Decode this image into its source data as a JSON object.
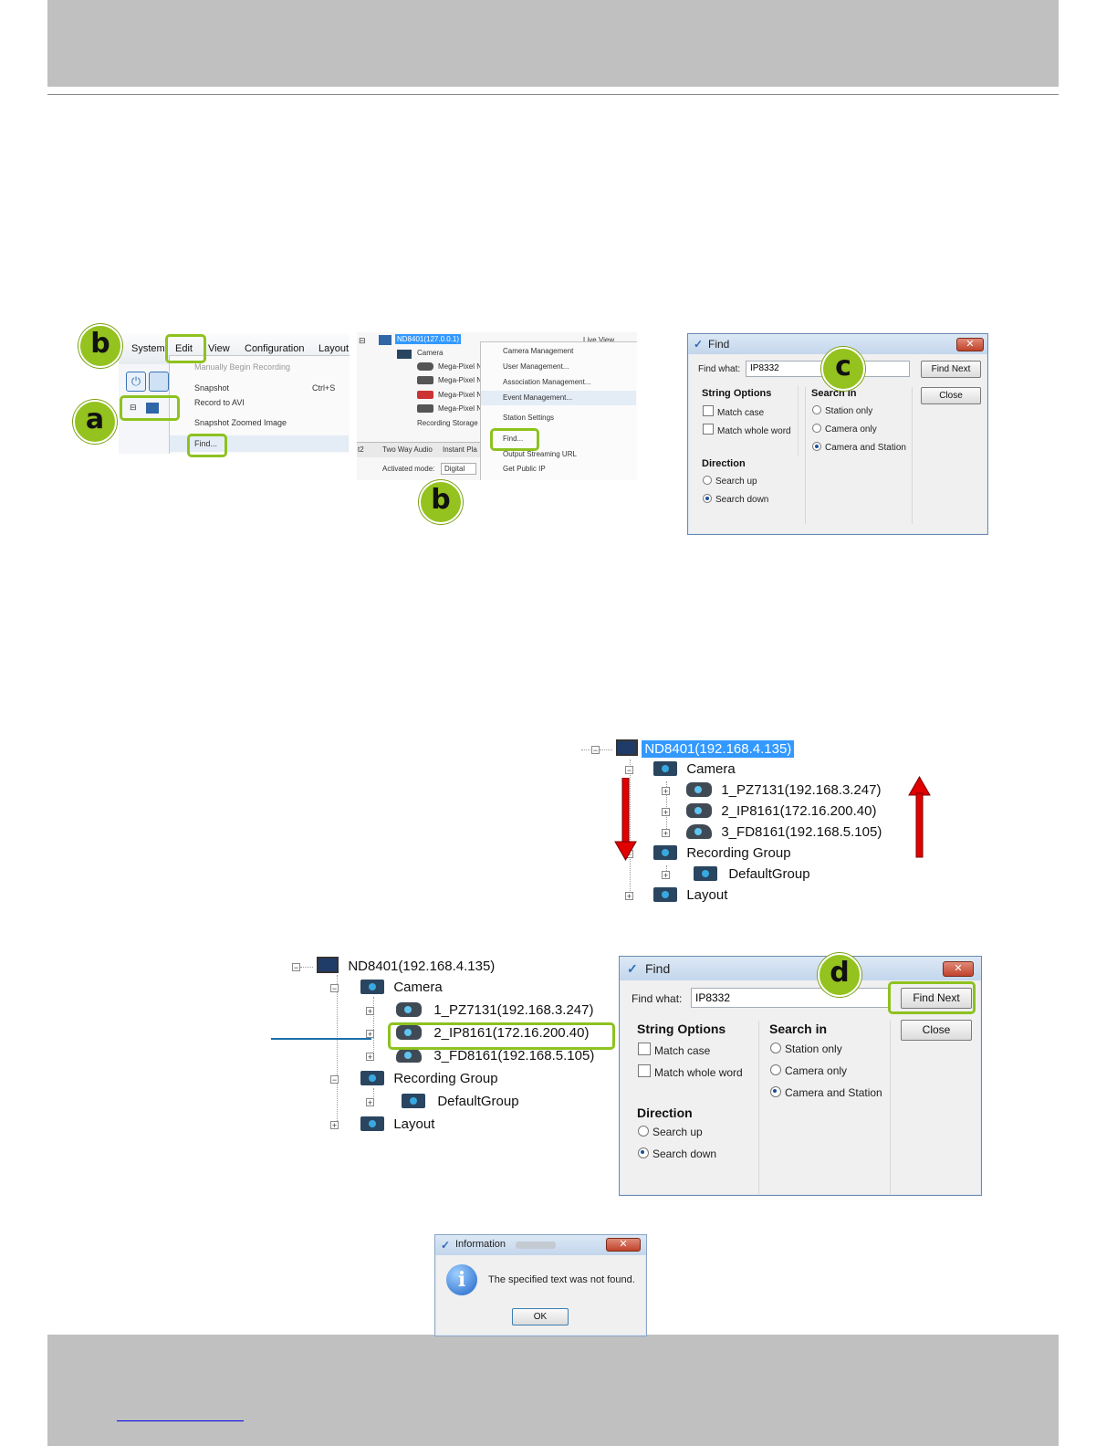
{
  "fig1": {
    "menubar": [
      "System",
      "Edit",
      "View",
      "Configuration",
      "Layout"
    ],
    "edit_menu": [
      "Manually Begin Recording",
      "Snapshot",
      "Record to AVI",
      "Snapshot Zoomed Image",
      "Find..."
    ],
    "shortcut": "Ctrl+S",
    "callouts": {
      "b": "b",
      "a": "a"
    }
  },
  "fig2": {
    "tree": [
      "ND8401(127.0.0.1)",
      "Camera",
      "Mega-Pixel N",
      "Mega-Pixel N",
      "Mega-Pixel N",
      "Mega-Pixel N",
      "Recording Storage"
    ],
    "tabs": [
      "t2",
      "Two Way Audio",
      "Instant Pla"
    ],
    "activated_label": "Activated mode:",
    "activated_value": "Digital",
    "live_view": "Live View",
    "context_menu": [
      "Camera Management",
      "User Management...",
      "Association Management...",
      "Event Management...",
      "Station Settings",
      "Find...",
      "Output Streaming URL",
      "Get Public IP"
    ],
    "callout": "b"
  },
  "find_dialog_small": {
    "title": "Find",
    "close_x": "✕",
    "find_what_label": "Find what:",
    "find_what_value": "IP8332",
    "find_next": "Find Next",
    "close": "Close",
    "string_options": "String Options",
    "match_case": "Match case",
    "match_whole_word": "Match whole word",
    "search_in": "Search in",
    "station_only": "Station only",
    "camera_only": "Camera only",
    "camera_and_station": "Camera and Station",
    "direction": "Direction",
    "search_up": "Search up",
    "search_down": "Search down",
    "callout": "c"
  },
  "tree_arrows": {
    "root": "ND8401(192.168.4.135)",
    "camera": "Camera",
    "cam1": "1_PZ7131(192.168.3.247)",
    "cam2": "2_IP8161(172.16.200.40)",
    "cam3": "3_FD8161(192.168.5.105)",
    "recording_group": "Recording Group",
    "default_group": "DefaultGroup",
    "layout": "Layout"
  },
  "tree_result": {
    "root": "ND8401(192.168.4.135)",
    "camera": "Camera",
    "cam1": "1_PZ7131(192.168.3.247)",
    "cam2": "2_IP8161(172.16.200.40)",
    "cam3": "3_FD8161(192.168.5.105)",
    "recording_group": "Recording Group",
    "default_group": "DefaultGroup",
    "layout": "Layout"
  },
  "find_dialog_large": {
    "title": "Find",
    "close_x": "✕",
    "find_what_label": "Find what:",
    "find_what_value": "IP8332",
    "find_next": "Find Next",
    "close": "Close",
    "string_options": "String Options",
    "match_case": "Match case",
    "match_whole_word": "Match whole word",
    "search_in": "Search in",
    "station_only": "Station only",
    "camera_only": "Camera only",
    "camera_and_station": "Camera and Station",
    "direction": "Direction",
    "search_up": "Search up",
    "search_down": "Search down",
    "callout": "d"
  },
  "info_dialog": {
    "title": "Information",
    "message": "The specified text was not found.",
    "ok": "OK",
    "close_x": "✕"
  },
  "colors": {
    "header_bar": "#c0c0c0",
    "callout_green": "#94c21f",
    "highlight_green": "#8dc21f",
    "arrow_red": "#e00000",
    "selection_blue": "#3399ff",
    "link_blue": "#0000ee"
  }
}
